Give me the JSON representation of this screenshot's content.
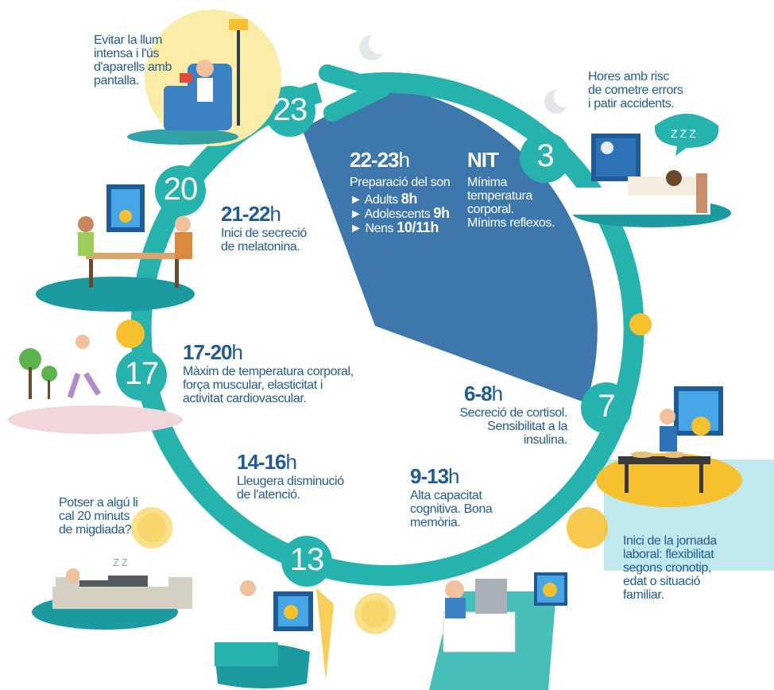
{
  "clock_hours": [
    "23",
    "3",
    "7",
    "13",
    "17",
    "20"
  ],
  "night_block": {
    "time": "22-23",
    "time_suffix": "h",
    "title": "Preparació del son",
    "items": [
      {
        "label": "Adults",
        "value": "8h"
      },
      {
        "label": "Adolescents",
        "value": "9h"
      },
      {
        "label": "Nens",
        "value": "10/11h"
      }
    ]
  },
  "nit_block": {
    "title": "NIT",
    "lines": [
      "Mínima",
      "temperatura",
      "corporal.",
      "Mínims reflexos."
    ]
  },
  "periods": {
    "p2122": {
      "time": "21-22",
      "suffix": "h",
      "lines": [
        "Inici de secreció",
        "de melatonina."
      ]
    },
    "p1720": {
      "time": "17-20",
      "suffix": "h",
      "lines": [
        "Màxim de temperatura corporal,",
        "força muscular, elasticitat i",
        "activitat cardiovascular."
      ]
    },
    "p1416": {
      "time": "14-16",
      "suffix": "h",
      "lines": [
        "Lleugera disminució",
        "de l'atenció."
      ]
    },
    "p913": {
      "time": "9-13",
      "suffix": "h",
      "lines": [
        "Alta capacitat",
        "cognitiva. Bona",
        "memòria."
      ]
    },
    "p68": {
      "time": "6-8",
      "suffix": "h",
      "lines": [
        "Secreció de cortisol.",
        "Sensibilitat a la",
        "insulina."
      ]
    }
  },
  "notes": {
    "light": [
      "Evitar la llum",
      "intensa i l'ús",
      "d'aparells amb",
      "pantalla."
    ],
    "risk": [
      "Hores amb risc",
      "de cometre errors",
      "i patir accidents."
    ],
    "nap": [
      "Potser a algú li",
      "cal 20 minuts",
      "de migdiada?"
    ],
    "work": [
      "Inici de la jornada",
      "laboral: flexibilitat",
      "segons cronotip,",
      "edat o situació",
      "familiar."
    ]
  },
  "decor": {
    "snore": "Z Z Z",
    "nap_z": "Z Z"
  },
  "colors": {
    "ring": "#26b3ad",
    "night": "#3e77ab",
    "text": "#1f5b94",
    "sun": "#f6c02e",
    "shadow": "#1b9aa0"
  }
}
